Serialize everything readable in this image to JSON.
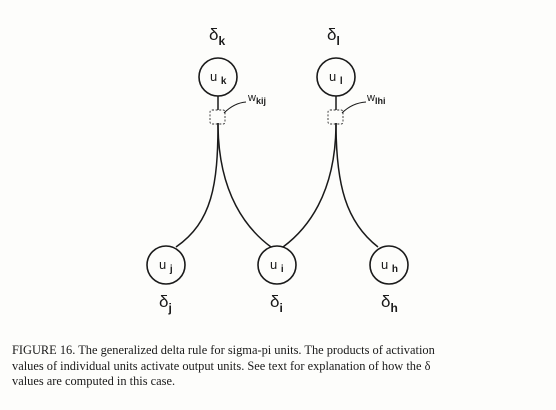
{
  "nodes": {
    "k": {
      "label": "u",
      "sub": "k"
    },
    "l": {
      "label": "u",
      "sub": "l"
    },
    "j": {
      "label": "u",
      "sub": "j"
    },
    "i": {
      "label": "u",
      "sub": "i"
    },
    "h": {
      "label": "u",
      "sub": "h"
    }
  },
  "deltas": {
    "k": {
      "symbol": "δ",
      "sub": "k"
    },
    "l": {
      "symbol": "δ",
      "sub": "l"
    },
    "j": {
      "symbol": "δ",
      "sub": "j"
    },
    "i": {
      "symbol": "δ",
      "sub": "i"
    },
    "h": {
      "symbol": "δ",
      "sub": "h"
    }
  },
  "weights": {
    "kij": {
      "symbol": "w",
      "sub": "kij"
    },
    "lhi": {
      "symbol": "w",
      "sub": "lhi"
    }
  },
  "caption": {
    "line1": "FIGURE 16.  The generalized delta rule for sigma-pi units.  The products of activation",
    "line2": "values of individual units activate output units.  See text for explanation of how the δ",
    "line3": "values are computed in this case."
  }
}
